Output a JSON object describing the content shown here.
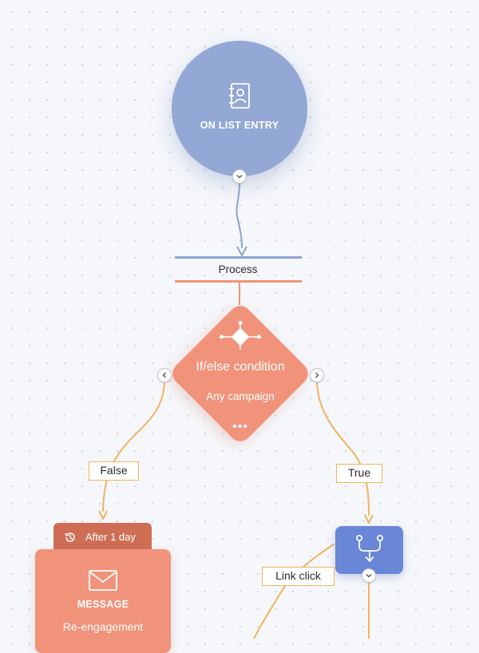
{
  "workflow": {
    "entry_node": {
      "label": "ON LIST ENTRY",
      "icon": "contact-book-icon",
      "color": "#93a8d4"
    },
    "process": {
      "label": "Process"
    },
    "condition_node": {
      "title": "If/else condition",
      "subtitle": "Any campaign",
      "more": "•••",
      "icon": "decision-diamond-icon",
      "color": "#f1927a"
    },
    "branches": {
      "false_label": "False",
      "true_label": "True",
      "link_click_label": "Link click"
    },
    "message_node": {
      "delay": "After 1 day",
      "type": "MESSAGE",
      "name": "Re-engagement",
      "icon": "envelope-icon"
    },
    "split_node": {
      "icon": "split-arrows-icon",
      "color": "#6a86d6"
    },
    "colors": {
      "blue_connector": "#8ea3cf",
      "orange_connector": "#f2b25e",
      "process_bar": "#f1927a"
    }
  }
}
